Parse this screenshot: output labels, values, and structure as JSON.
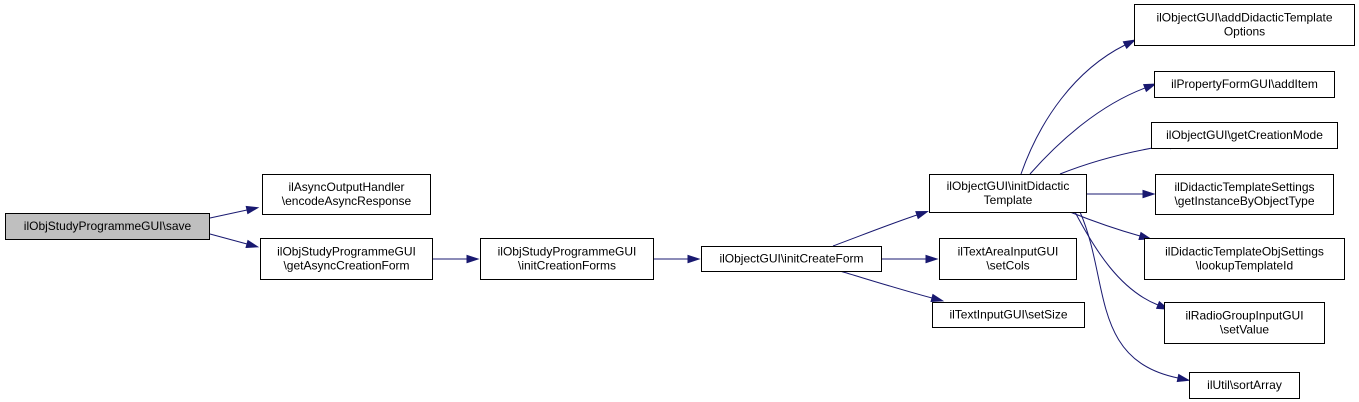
{
  "diagram": {
    "colors": {
      "edge": "#191970",
      "root_fill": "#bfbfbf",
      "node_fill": "#ffffff",
      "border": "#000000"
    },
    "nodes": [
      {
        "id": "save",
        "lines": [
          "ilObjStudyProgrammeGUI\\save"
        ],
        "highlighted": true
      },
      {
        "id": "encodeAsyncResponse",
        "lines": [
          "ilAsyncOutputHandler",
          "\\encodeAsyncResponse"
        ]
      },
      {
        "id": "getAsyncCreationForm",
        "lines": [
          "ilObjStudyProgrammeGUI",
          "\\getAsyncCreationForm"
        ]
      },
      {
        "id": "initCreationForms",
        "lines": [
          "ilObjStudyProgrammeGUI",
          "\\initCreationForms"
        ]
      },
      {
        "id": "initCreateForm",
        "lines": [
          "ilObjectGUI\\initCreateForm"
        ]
      },
      {
        "id": "initDidacticTemplate",
        "lines": [
          "ilObjectGUI\\initDidactic",
          "Template"
        ]
      },
      {
        "id": "setCols",
        "lines": [
          "ilTextAreaInputGUI",
          "\\setCols"
        ]
      },
      {
        "id": "setSize",
        "lines": [
          "ilTextInputGUI\\setSize"
        ]
      },
      {
        "id": "addDidacticTemplateOptions",
        "lines": [
          "ilObjectGUI\\addDidacticTemplate",
          "Options"
        ]
      },
      {
        "id": "addItem",
        "lines": [
          "ilPropertyFormGUI\\addItem"
        ]
      },
      {
        "id": "getCreationMode",
        "lines": [
          "ilObjectGUI\\getCreationMode"
        ]
      },
      {
        "id": "getInstanceByObjectType",
        "lines": [
          "ilDidacticTemplateSettings",
          "\\getInstanceByObjectType"
        ]
      },
      {
        "id": "lookupTemplateId",
        "lines": [
          "ilDidacticTemplateObjSettings",
          "\\lookupTemplateId"
        ]
      },
      {
        "id": "setValue",
        "lines": [
          "ilRadioGroupInputGUI",
          "\\setValue"
        ]
      },
      {
        "id": "sortArray",
        "lines": [
          "ilUtil\\sortArray"
        ]
      }
    ],
    "edges": [
      {
        "from": "save",
        "to": "encodeAsyncResponse"
      },
      {
        "from": "save",
        "to": "getAsyncCreationForm"
      },
      {
        "from": "getAsyncCreationForm",
        "to": "initCreationForms"
      },
      {
        "from": "initCreationForms",
        "to": "initCreateForm"
      },
      {
        "from": "initCreateForm",
        "to": "initDidacticTemplate"
      },
      {
        "from": "initCreateForm",
        "to": "setCols"
      },
      {
        "from": "initCreateForm",
        "to": "setSize"
      },
      {
        "from": "initDidacticTemplate",
        "to": "addDidacticTemplateOptions"
      },
      {
        "from": "initDidacticTemplate",
        "to": "addItem"
      },
      {
        "from": "initDidacticTemplate",
        "to": "getCreationMode"
      },
      {
        "from": "initDidacticTemplate",
        "to": "getInstanceByObjectType"
      },
      {
        "from": "initDidacticTemplate",
        "to": "lookupTemplateId"
      },
      {
        "from": "initDidacticTemplate",
        "to": "setValue"
      },
      {
        "from": "initDidacticTemplate",
        "to": "sortArray"
      }
    ]
  }
}
